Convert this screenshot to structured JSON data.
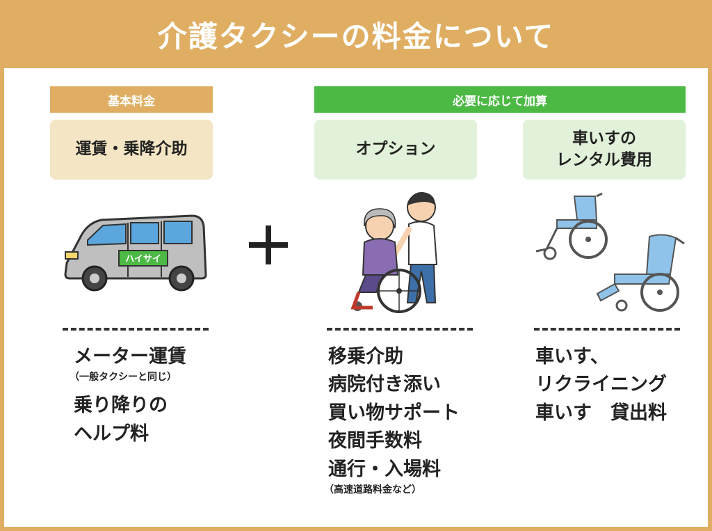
{
  "header": {
    "title": "介護タクシーの料金について"
  },
  "basic": {
    "tag": "基本料金",
    "box": "運賃・乗降介助",
    "van_label": "ハイサイ",
    "items": [
      {
        "label": "メーター運賃",
        "note": "（一般タクシーと同じ）"
      },
      {
        "label": "乗り降りの"
      },
      {
        "label": "ヘルプ料"
      }
    ]
  },
  "extra": {
    "tag": "必要に応じて加算",
    "option": {
      "box": "オプション",
      "items": [
        {
          "label": "移乗介助"
        },
        {
          "label": "病院付き添い"
        },
        {
          "label": "買い物サポート"
        },
        {
          "label": "夜間手数料"
        },
        {
          "label": "通行・入場料",
          "note": "（高速道路料金など）"
        }
      ]
    },
    "rental": {
      "box_line1": "車いすの",
      "box_line2": "レンタル費用",
      "items": [
        {
          "label": "車いす、"
        },
        {
          "label": "リクライニング"
        },
        {
          "label": "車いす　貸出料"
        }
      ]
    }
  },
  "colors": {
    "header": "#dfae62",
    "basic_tag": "#dfae62",
    "extra_tag": "#4bb944",
    "basic_box": "#f4e6c4",
    "extra_box": "#e2f1d9"
  },
  "icons": [
    "taxi-van-icon",
    "plus-icon",
    "caregiver-wheelchair-icon",
    "wheelchair-icon",
    "reclining-wheelchair-icon"
  ]
}
